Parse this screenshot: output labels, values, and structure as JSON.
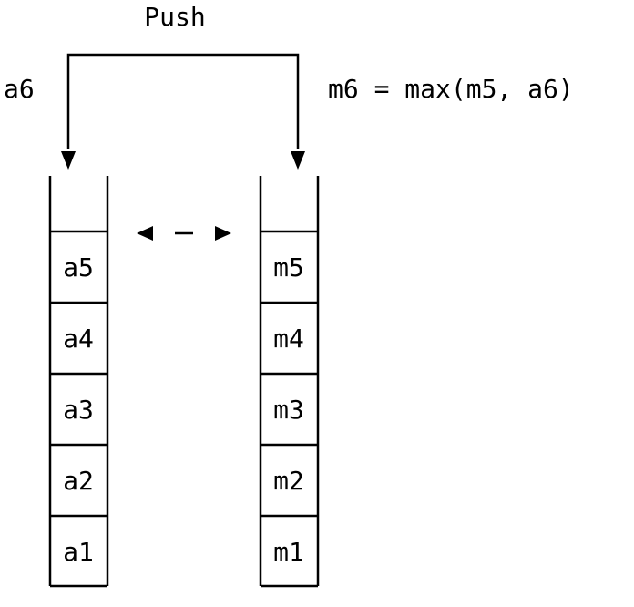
{
  "push_label": "Push",
  "new_element": "a6",
  "new_max_formula": "m6 = max(m5, a6)",
  "left_stack": [
    "a5",
    "a4",
    "a3",
    "a2",
    "a1"
  ],
  "right_stack": [
    "m5",
    "m4",
    "m3",
    "m2",
    "m1"
  ]
}
